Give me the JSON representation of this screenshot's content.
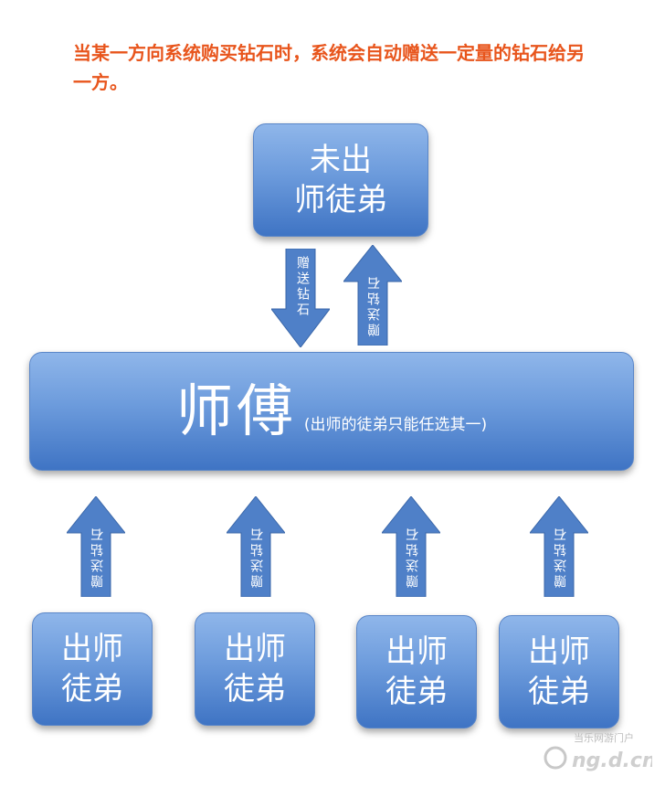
{
  "caption": "当某一方向系统购买钻石时，系统会自动赠送一定量的钻石给另一方。",
  "top_box": {
    "line1": "未出",
    "line2": "师徒弟"
  },
  "mentor": {
    "title": "师傅",
    "note": "(出师的徒弟只能任选其一)"
  },
  "arrow_label": "赠送钻石",
  "bottom_boxes": [
    {
      "line1": "出师",
      "line2": "徒弟"
    },
    {
      "line1": "出师",
      "line2": "徒弟"
    },
    {
      "line1": "出师",
      "line2": "徒弟"
    },
    {
      "line1": "出师",
      "line2": "徒弟"
    }
  ],
  "watermark": {
    "top": "当乐网游门户",
    "bottom": "ng.d.cn"
  },
  "colors": {
    "caption": "#e8551c",
    "box_top": "#8fb6ea",
    "box_bottom": "#3f74c4",
    "arrow": "#4f80c8"
  }
}
